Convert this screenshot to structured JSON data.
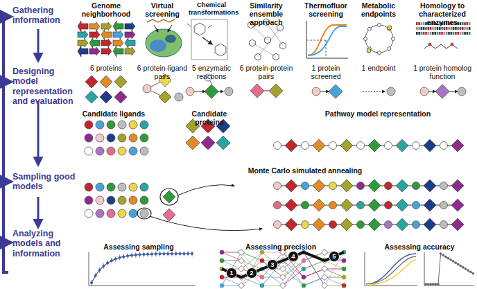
{
  "diagram": {
    "labels": [
      "Gathering information",
      "Designing model representation and evaluation",
      "Sampling good models",
      "Analyzing models and information",
      "Genome neighborhood",
      "Virtual screening",
      "Chemical transformations",
      "Similarity ensemble approach",
      "Thermofluor screening",
      "Metabolic endpoints",
      "Homology to characterized enzymes",
      "6 proteins",
      "6 protein-ligand pairs",
      "5 enzymatic reactions",
      "6 protein-protein pairs",
      "1 protein screened",
      "1 endpoint",
      "1 protein homolog function",
      "Candidate ligands",
      "Candidate proteins",
      "Pathway model representation",
      "Monte Carlo simulated annealing",
      "Assessing sampling",
      "Assessing precision",
      "Assessing accuracy",
      "1",
      "2",
      "3",
      "4",
      "5"
    ]
  }
}
